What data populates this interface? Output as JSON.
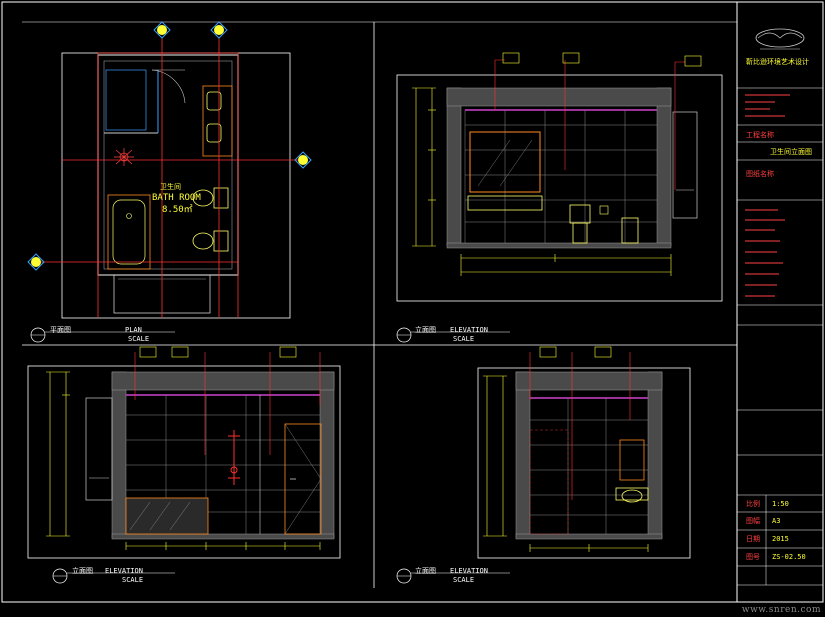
{
  "plan": {
    "room_title": "卫生间",
    "room_name": "BATH ROOM",
    "room_area": "8.50㎡",
    "caption_cn": "平面图",
    "caption_en": "PLAN",
    "scale": "SCALE"
  },
  "elevations": [
    {
      "caption_cn": "立面图",
      "caption_en": "ELEVATION",
      "scale": "SCALE"
    },
    {
      "caption_cn": "立面图",
      "caption_en": "ELEVATION",
      "scale": "SCALE"
    },
    {
      "caption_cn": "立面图",
      "caption_en": "ELEVATION",
      "scale": "SCALE"
    }
  ],
  "title_block": {
    "company": "靳比逊环境艺术设计",
    "project_label": "工程名称",
    "drawing_label": "图纸名称",
    "drawing_name": "卫生间立面图",
    "scale_label": "比例",
    "scale_value": "1:50",
    "size_label": "图幅",
    "size_value": "A3",
    "date_label": "日期",
    "date_value": "2015",
    "number_label": "图号",
    "number_value": "ZS-02.50"
  },
  "watermark": "www.snren.com",
  "colors": {
    "background": "#000000",
    "frame": "#ffffff",
    "annotation": "#ffff33",
    "section_line": "#ff3030",
    "partition": "#ff3030",
    "hatch": "#9a9a9a",
    "tile_lines": "#8a8a8a",
    "fixtures": "#ffff66",
    "cyan_marks": "#3aa0ff",
    "magenta": "#cc44cc",
    "orange": "#ff8a20"
  }
}
